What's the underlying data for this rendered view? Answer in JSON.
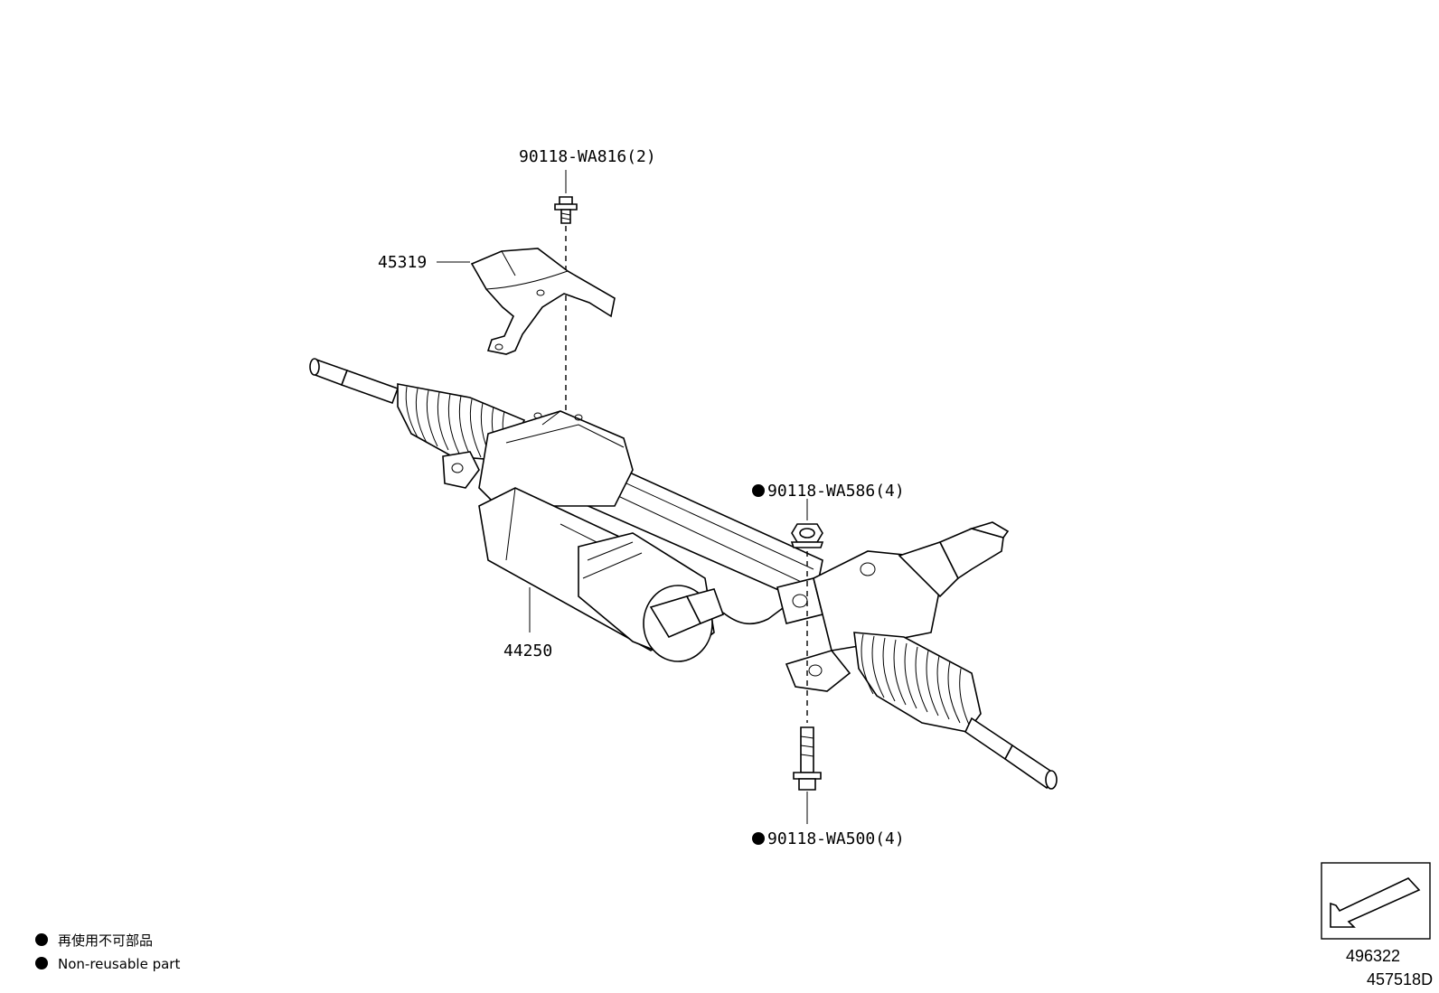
{
  "parts": {
    "bolt_top": "90118-WA816(2)",
    "heat_insulator": "45319",
    "gear_assembly": "44250",
    "nut": "90118-WA586(4)",
    "bolt_bottom": "90118-WA500(4)"
  },
  "legend": {
    "jp": "再使用不可部品",
    "en": "Non-reusable part"
  },
  "reference": {
    "view_code": "496322",
    "diagram_code": "457518D"
  }
}
